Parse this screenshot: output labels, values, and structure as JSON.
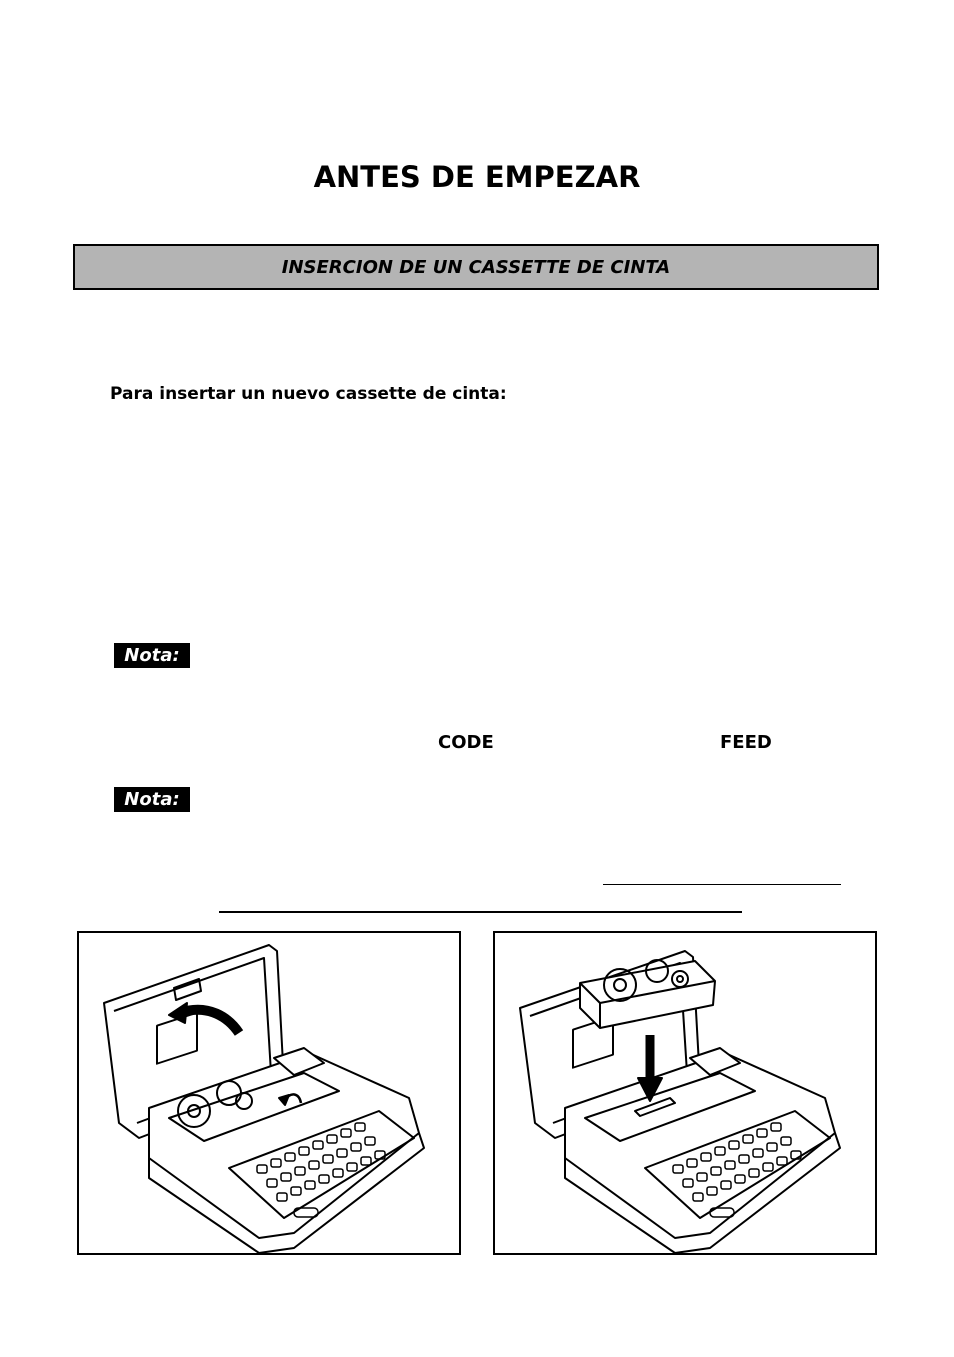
{
  "page": {
    "title": "ANTES DE EMPEZAR",
    "section_banner": "INSERCION DE UN CASSETTE DE CINTA",
    "instruction_heading": "Para insertar un nuevo cassette de cinta:",
    "notes": [
      {
        "label": "Nota:"
      },
      {
        "label": "Nota:"
      }
    ],
    "keys": {
      "code": "CODE",
      "feed": "FEED"
    }
  },
  "figures": [
    {
      "icon": "label-printer-open-cover-illustration"
    },
    {
      "icon": "label-printer-insert-cassette-illustration"
    }
  ]
}
